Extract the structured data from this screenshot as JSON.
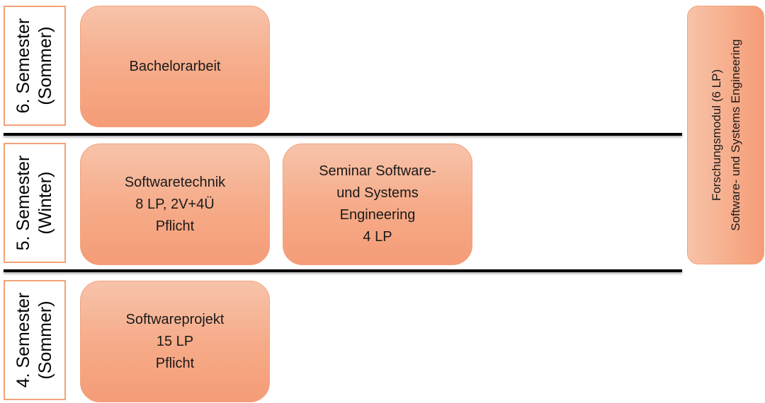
{
  "semesters": [
    {
      "line1": "6. Semester",
      "line2": "(Sommer)"
    },
    {
      "line1": "5. Semester",
      "line2": "(Winter)"
    },
    {
      "line1": "4. Semester",
      "line2": "(Sommer)"
    }
  ],
  "modules": {
    "bachelorarbeit": {
      "lines": [
        "Bachelorarbeit"
      ]
    },
    "softwaretechnik": {
      "lines": [
        "Softwaretechnik",
        "8 LP, 2V+4Ü",
        "Pflicht"
      ]
    },
    "seminar": {
      "lines": [
        "Seminar Software-",
        "und Systems",
        "Engineering",
        "4 LP"
      ]
    },
    "softwareprojekt": {
      "lines": [
        "Softwareprojekt",
        "15 LP",
        "Pflicht"
      ]
    }
  },
  "research_module": {
    "lines": [
      "Forschungsmodul (6 LP)",
      "Software- und Systems Engineering"
    ]
  },
  "colors": {
    "module_fill": "#f6aa87",
    "label_border": "#f2a277",
    "divider": "#000000"
  }
}
